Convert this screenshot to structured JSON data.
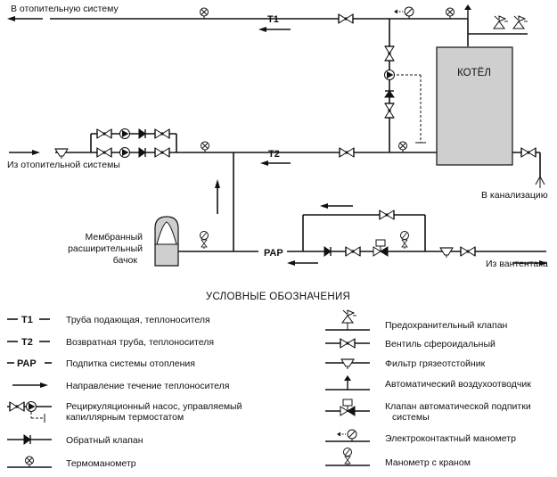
{
  "diagram": {
    "labels": {
      "to_system": "В отопительную систему",
      "from_system": "Из отопительной системы",
      "t1": "T1",
      "t2": "T2",
      "rar": "РАР",
      "boiler": "КОТЁЛ",
      "sewer": "В канализацию",
      "tank_line1": "Мембранный",
      "tank_line2": "расширительный",
      "tank_line3": "бачок",
      "from_vantank": "Из вантентака"
    }
  },
  "legend": {
    "title": "УСЛОВНЫЕ ОБОЗНАЧЕНИЯ",
    "left": [
      {
        "symbol": "T1",
        "text": "Труба подающая, теплоносителя"
      },
      {
        "symbol": "T2",
        "text": "Возвратная труба, теплоносителя"
      },
      {
        "symbol": "РАР",
        "text": "Подпитка системы отопления"
      },
      {
        "symbol": "",
        "text": "Направление течение теплоносителя"
      },
      {
        "symbol": "",
        "text": "Рециркуляционный насос, управляемый",
        "text2": "капиллярным термостатом"
      },
      {
        "symbol": "",
        "text": "Обратный клапан"
      },
      {
        "symbol": "",
        "text": "Термоманометр"
      }
    ],
    "right": [
      {
        "text": "Предохранительный клапан"
      },
      {
        "text": "Вентиль сфероидальный"
      },
      {
        "text": "Фильтр грязеотстойник"
      },
      {
        "text": "Автоматический воздухоотводчик"
      },
      {
        "text": "Клапан автоматической подпитки",
        "text2": "системы"
      },
      {
        "text": "Электроконтактный манометр"
      },
      {
        "text": "Манометр с краном"
      }
    ]
  }
}
